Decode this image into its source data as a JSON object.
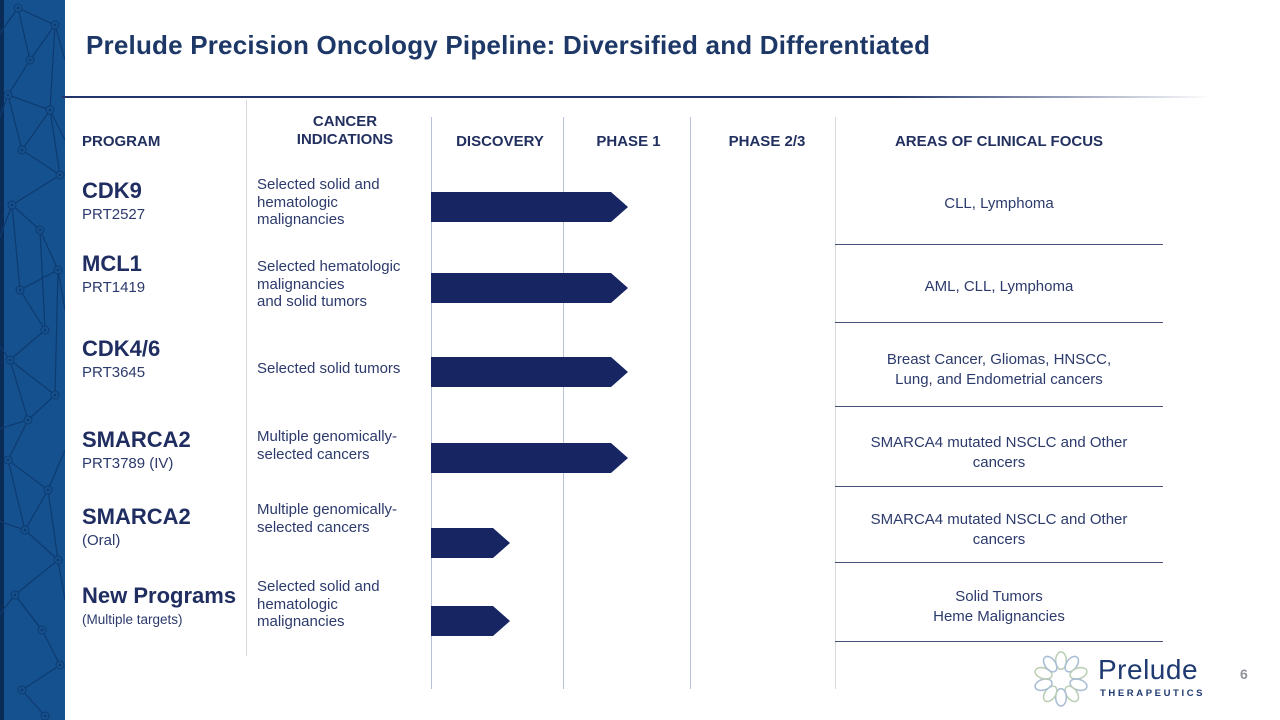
{
  "slide": {
    "title": "Prelude Precision Oncology Pipeline: Diversified and Differentiated",
    "page_number": "6"
  },
  "colors": {
    "navy_accent": "#172563",
    "text_navy": "#2c3a6c",
    "sidebar_blue": "#15518f",
    "divider_navy": "#44517a"
  },
  "headers": {
    "program": "PROGRAM",
    "indications": "CANCER\nINDICATIONS",
    "discovery": "DISCOVERY",
    "phase1": "PHASE 1",
    "phase23": "PHASE 2/3",
    "focus": "AREAS OF CLINICAL FOCUS"
  },
  "rows": [
    {
      "program": "CDK9",
      "sub": "PRT2527",
      "indication": "Selected solid and\nhematologic\nmalignancies",
      "phase_reached": "phase1",
      "focus": "CLL, Lymphoma"
    },
    {
      "program": "MCL1",
      "sub": "PRT1419",
      "indication": "Selected hematologic\nmalignancies\nand solid tumors",
      "phase_reached": "phase1",
      "focus": "AML, CLL, Lymphoma"
    },
    {
      "program": "CDK4/6",
      "sub": "PRT3645",
      "indication": "Selected solid tumors",
      "phase_reached": "phase1",
      "focus": "Breast Cancer, Gliomas, HNSCC,\nLung, and Endometrial cancers"
    },
    {
      "program": "SMARCA2",
      "sub": "PRT3789 (IV)",
      "indication": "Multiple genomically-\nselected cancers",
      "phase_reached": "phase1",
      "focus": "SMARCA4 mutated NSCLC and Other\ncancers"
    },
    {
      "program": "SMARCA2",
      "sub": "(Oral)",
      "indication": "Multiple genomically-\nselected cancers",
      "phase_reached": "discovery",
      "focus": "SMARCA4 mutated NSCLC and Other\ncancers"
    },
    {
      "program": "New Programs",
      "sub": "(Multiple targets)",
      "indication": "Selected solid and\nhematologic\nmalignancies",
      "phase_reached": "discovery",
      "focus": "Solid Tumors\nHeme Malignancies"
    }
  ],
  "logo": {
    "icon": "starburst-logo-icon",
    "name": "Prelude",
    "sub": "THERAPEUTICS"
  }
}
